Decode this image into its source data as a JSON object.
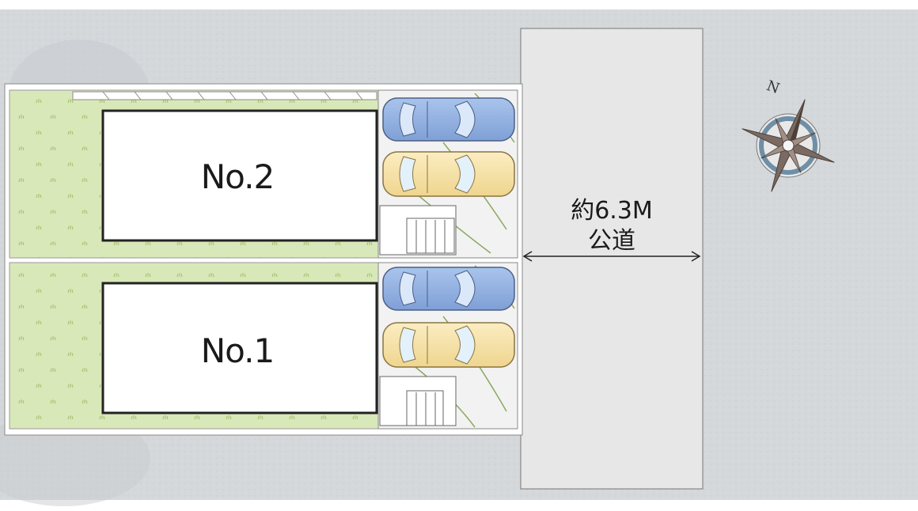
{
  "lots": [
    {
      "id": "no2",
      "label": "No.2"
    },
    {
      "id": "no1",
      "label": "No.1"
    }
  ],
  "road": {
    "width_label": "約6.3M",
    "type_label": "公道"
  },
  "compass": {
    "north_label": "N",
    "icon": "compass-rose-icon"
  },
  "colors": {
    "lawn": "#d9e8b8",
    "road": "#e6e6e6",
    "background": "#d6dadd",
    "car_blue": "#8fb0e0",
    "car_yellow": "#f6e3a8",
    "building": "#ffffff"
  }
}
